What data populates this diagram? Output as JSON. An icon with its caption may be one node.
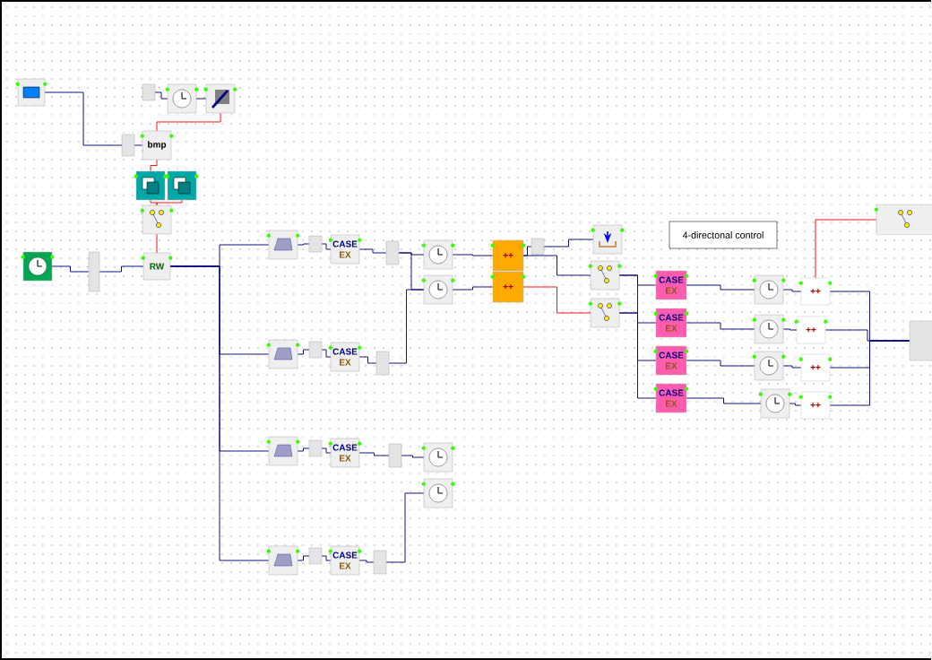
{
  "diagram": {
    "nodes": [
      {
        "text": [],
        "shape": "picture"
      },
      {
        "text": [],
        "shape": "box"
      },
      {
        "text": [],
        "shape": "picture"
      },
      {
        "text": [],
        "shape": "picture"
      },
      {
        "text": [],
        "shape": "box"
      },
      {
        "text": [
          "bmp"
        ]
      },
      {
        "text": [],
        "shape": "picture"
      },
      {
        "text": [],
        "shape": "picture"
      },
      {
        "text": [],
        "shape": "picture"
      },
      {
        "text": [],
        "shape": "picture"
      },
      {
        "text": [],
        "shape": "box"
      },
      {
        "text": [
          "RW"
        ]
      },
      {
        "text": [],
        "shape": "picture"
      },
      {
        "text": [],
        "shape": "box"
      },
      {
        "text": [
          "CASE",
          "EX"
        ]
      },
      {
        "text": [],
        "shape": "box"
      },
      {
        "text": [],
        "shape": "picture"
      },
      {
        "text": [],
        "shape": "picture"
      },
      {
        "text": [
          "++"
        ]
      },
      {
        "text": [
          "++"
        ]
      },
      {
        "text": [],
        "shape": "box"
      },
      {
        "text": [],
        "shape": "picture"
      },
      {
        "text": [],
        "shape": "picture"
      },
      {
        "text": [],
        "shape": "picture"
      },
      {
        "text": [
          "4-directonal control"
        ]
      },
      {
        "text": [],
        "shape": "picture"
      },
      {
        "text": [],
        "shape": "box"
      },
      {
        "text": [
          "CASE",
          "EX"
        ]
      },
      {
        "text": [],
        "shape": "box"
      },
      {
        "text": [],
        "shape": "picture"
      },
      {
        "text": [],
        "shape": "box"
      },
      {
        "text": [
          "CASE",
          "EX"
        ]
      },
      {
        "text": [],
        "shape": "box"
      },
      {
        "text": [],
        "shape": "picture"
      },
      {
        "text": [],
        "shape": "picture"
      },
      {
        "text": [],
        "shape": "picture"
      },
      {
        "text": [],
        "shape": "box"
      },
      {
        "text": [
          "CASE",
          "EX"
        ]
      },
      {
        "text": [],
        "shape": "box"
      },
      {
        "text": [
          "CASE",
          "EX"
        ]
      },
      {
        "text": [
          "CASE",
          "EX"
        ]
      },
      {
        "text": [
          "CASE",
          "EX"
        ]
      },
      {
        "text": [
          "CASE",
          "EX"
        ]
      },
      {
        "text": [],
        "shape": "picture"
      },
      {
        "text": [],
        "shape": "picture"
      },
      {
        "text": [],
        "shape": "picture"
      },
      {
        "text": [],
        "shape": "picture"
      },
      {
        "text": [
          "++"
        ]
      },
      {
        "text": [
          "++"
        ]
      },
      {
        "text": [
          "++"
        ]
      },
      {
        "text": [
          "++"
        ]
      },
      {
        "text": [],
        "shape": "picture"
      },
      {
        "text": [],
        "shape": "box"
      }
    ],
    "edges": [
      {
        "from": 0,
        "to": 4,
        "arrow": "none"
      },
      {
        "from": 1,
        "to": 2,
        "arrow": "none"
      },
      {
        "from": 2,
        "to": 3,
        "arrow": "none"
      },
      {
        "from": 3,
        "to": 5,
        "arrow": "none",
        "color": "#ff0000"
      },
      {
        "from": 4,
        "to": 5,
        "arrow": "none"
      },
      {
        "from": 5,
        "to": 6,
        "arrow": "none",
        "color": "#ff0000"
      },
      {
        "from": 6,
        "to": 8,
        "arrow": "none",
        "color": "#ff0000"
      },
      {
        "from": 7,
        "to": 8,
        "arrow": "none",
        "color": "#ff0000"
      },
      {
        "from": 8,
        "to": 11,
        "arrow": "none",
        "color": "#ff0000"
      },
      {
        "from": 9,
        "to": 10,
        "arrow": "none"
      },
      {
        "from": 10,
        "to": 11,
        "arrow": "none"
      },
      {
        "from": 11,
        "to": 12,
        "arrow": "none"
      },
      {
        "from": 11,
        "to": 25,
        "arrow": "none"
      },
      {
        "from": 11,
        "to": 29,
        "arrow": "none"
      },
      {
        "from": 11,
        "to": 35,
        "arrow": "none"
      },
      {
        "from": 12,
        "to": 13,
        "arrow": "none"
      },
      {
        "from": 13,
        "to": 14,
        "arrow": "none"
      },
      {
        "from": 14,
        "to": 15,
        "arrow": "none"
      },
      {
        "from": 15,
        "to": 16,
        "arrow": "none"
      },
      {
        "from": 15,
        "to": 17,
        "arrow": "none"
      },
      {
        "from": 16,
        "to": 18,
        "arrow": "none"
      },
      {
        "from": 17,
        "to": 19,
        "arrow": "none"
      },
      {
        "from": 18,
        "to": 20,
        "arrow": "none"
      },
      {
        "from": 20,
        "to": 21,
        "arrow": "none"
      },
      {
        "from": 18,
        "to": 22,
        "arrow": "none"
      },
      {
        "from": 19,
        "to": 23,
        "arrow": "none",
        "color": "#ff0000"
      },
      {
        "from": 25,
        "to": 26,
        "arrow": "none"
      },
      {
        "from": 26,
        "to": 27,
        "arrow": "none"
      },
      {
        "from": 27,
        "to": 28,
        "arrow": "none"
      },
      {
        "from": 28,
        "to": 17,
        "arrow": "none"
      },
      {
        "from": 29,
        "to": 30,
        "arrow": "none"
      },
      {
        "from": 30,
        "to": 31,
        "arrow": "none"
      },
      {
        "from": 31,
        "to": 32,
        "arrow": "none"
      },
      {
        "from": 32,
        "to": 33,
        "arrow": "none"
      },
      {
        "from": 35,
        "to": 36,
        "arrow": "none"
      },
      {
        "from": 36,
        "to": 37,
        "arrow": "none"
      },
      {
        "from": 37,
        "to": 38,
        "arrow": "none"
      },
      {
        "from": 38,
        "to": 34,
        "arrow": "none"
      },
      {
        "from": 22,
        "to": 39,
        "arrow": "none"
      },
      {
        "from": 22,
        "to": 40,
        "arrow": "none"
      },
      {
        "from": 23,
        "to": 41,
        "arrow": "none"
      },
      {
        "from": 23,
        "to": 42,
        "arrow": "none"
      },
      {
        "from": 39,
        "to": 43,
        "arrow": "none"
      },
      {
        "from": 40,
        "to": 44,
        "arrow": "none"
      },
      {
        "from": 41,
        "to": 45,
        "arrow": "none"
      },
      {
        "from": 42,
        "to": 46,
        "arrow": "none"
      },
      {
        "from": 43,
        "to": 47,
        "arrow": "none"
      },
      {
        "from": 44,
        "to": 48,
        "arrow": "none"
      },
      {
        "from": 45,
        "to": 49,
        "arrow": "none"
      },
      {
        "from": 46,
        "to": 50,
        "arrow": "none"
      },
      {
        "from": 47,
        "to": 52,
        "arrow": "none"
      },
      {
        "from": 48,
        "to": 52,
        "arrow": "none"
      },
      {
        "from": 49,
        "to": 52,
        "arrow": "none"
      },
      {
        "from": 50,
        "to": 52,
        "arrow": "none"
      },
      {
        "from": 47,
        "to": 51,
        "arrow": "none",
        "color": "#ff0000"
      }
    ]
  }
}
